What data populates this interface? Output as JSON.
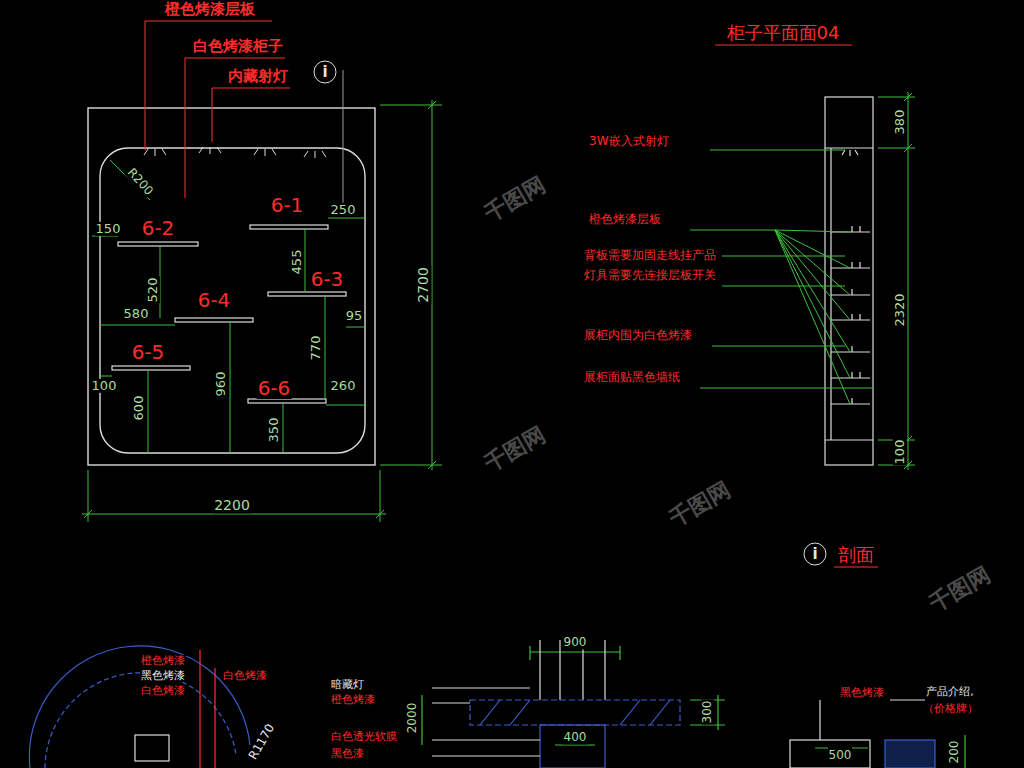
{
  "diagram": {
    "labels": [
      "橙色烤漆层板",
      "白色烤漆柜子",
      "内藏射灯",
      "i",
      "R200",
      "6-1",
      "6-2",
      "150",
      "250",
      "455",
      "6-3",
      "520",
      "6-4",
      "580",
      "95",
      "6-5",
      "770",
      "100",
      "960",
      "6-6",
      "260",
      "600",
      "350",
      "2700",
      "2200",
      "柜子平面面04",
      "3W嵌入式射灯",
      "橙色烤漆层板",
      "背板需要加固走线挂产品",
      "灯具需要先连接层板开关",
      "展柜内围为白色烤漆",
      "展柜面贴黑色墙纸",
      "380",
      "2320",
      "100",
      "i",
      "剖面",
      "橙色烤漆",
      "黑色烤漆",
      "白色烤漆",
      "白色烤漆",
      "R1170",
      "暗藏灯",
      "橙色烤漆",
      "白色透光软膜",
      "黑色漆",
      "900",
      "2000",
      "300",
      "400",
      "黑色烤漆",
      "产品介绍,",
      "（价格牌）",
      "500",
      "200",
      "千图网",
      "千图网",
      "千图网",
      "千图网"
    ]
  }
}
